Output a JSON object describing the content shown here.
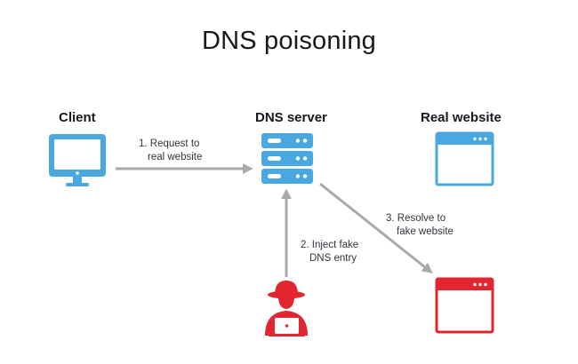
{
  "title": "DNS poisoning",
  "nodes": {
    "client": {
      "label": "Client"
    },
    "dns_server": {
      "label": "DNS server"
    },
    "real_website": {
      "label": "Real website"
    }
  },
  "steps": [
    {
      "line1": "1. Request to",
      "line2": "real website"
    },
    {
      "line1": "2. Inject fake",
      "line2": "DNS entry"
    },
    {
      "line1": "3. Resolve to",
      "line2": "fake website"
    }
  ],
  "colors": {
    "blue": "#4aa8e0",
    "red": "#e2262f",
    "arrow": "#a7aaad",
    "text": "#16191d"
  },
  "icons": [
    "monitor-icon",
    "server-stack-icon",
    "browser-window-icon",
    "hacker-icon",
    "fake-browser-window-icon"
  ]
}
